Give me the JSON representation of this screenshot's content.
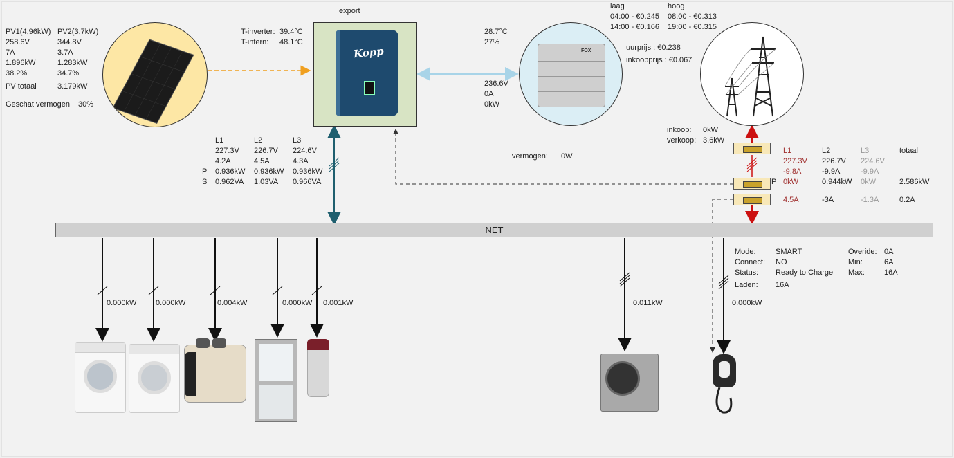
{
  "pv": {
    "col1_header": "PV1(4,96kW)",
    "col2_header": "PV2(3,7kW)",
    "rows": [
      {
        "a": "258.6V",
        "b": "344.8V"
      },
      {
        "a": "7A",
        "b": "3.7A"
      },
      {
        "a": "1.896kW",
        "b": "1.283kW"
      },
      {
        "a": "38.2%",
        "b": "34.7%"
      }
    ],
    "total_label": "PV totaal",
    "total_value": "3.179kW",
    "estimate_label": "Geschat vermogen",
    "estimate_value": "30%"
  },
  "inverter": {
    "label": "export",
    "brand": "Kopp",
    "t_inverter_label": "T-inverter:",
    "t_inverter_value": "39.4°C",
    "t_intern_label": "T-intern:",
    "t_intern_value": "48.1°C",
    "phases": {
      "headers": [
        "L1",
        "L2",
        "L3"
      ],
      "voltage": [
        "227.3V",
        "226.7V",
        "224.6V"
      ],
      "current": [
        "4.2A",
        "4.5A",
        "4.3A"
      ],
      "p_label": "P",
      "power": [
        "0.936kW",
        "0.936kW",
        "0.936kW"
      ],
      "s_label": "S",
      "apparent": [
        "0.962VA",
        "1.03VA",
        "0.966VA"
      ]
    }
  },
  "battery": {
    "brand": "FOX",
    "temp": "28.7°C",
    "soc": "27%",
    "voltage": "236.6V",
    "current": "0A",
    "power": "0kW",
    "vermogen_label": "vermogen:",
    "vermogen_value": "0W"
  },
  "tariff": {
    "low_label": "laag",
    "high_label": "hoog",
    "low_rows": [
      "04:00 - €0.245",
      "14:00 - €0.166"
    ],
    "high_rows": [
      "08:00 - €0.313",
      "19:00 - €0.315"
    ],
    "uurprijs": "uurprijs : €0.238",
    "inkoopprijs": "inkoopprijs : €0.067"
  },
  "grid": {
    "inkoop_label": "inkoop:",
    "inkoop_value": "0kW",
    "verkoop_label": "verkoop:",
    "verkoop_value": "3.6kW",
    "headers": [
      "L1",
      "L2",
      "L3",
      "totaal"
    ],
    "voltage": [
      "227.3V",
      "226.7V",
      "224.6V"
    ],
    "current": [
      "-9.8A",
      "-9.9A",
      "-9.9A"
    ],
    "p_label": "P",
    "power": [
      "0kW",
      "0.944kW",
      "0kW",
      "2.586kW"
    ],
    "charger_current": [
      "4.5A",
      "-3A",
      "-1.3A",
      "0.2A"
    ]
  },
  "net_label": "NET",
  "charger": {
    "mode_label": "Mode:",
    "mode_value": "SMART",
    "connect_label": "Connect:",
    "connect_value": "NO",
    "status_label": "Status:",
    "status_value": "Ready to Charge",
    "laden_label": "Laden:",
    "laden_value": "16A",
    "override_label": "Overide:",
    "override_value": "0A",
    "min_label": "Min:",
    "min_value": "6A",
    "max_label": "Max:",
    "max_value": "16A",
    "power": "0.000kW"
  },
  "consumers": [
    {
      "name": "washing-machine",
      "power": "0.000kW"
    },
    {
      "name": "dryer",
      "power": "0.000kW"
    },
    {
      "name": "ventilation-unit",
      "power": "0.004kW"
    },
    {
      "name": "fridge",
      "power": "0.000kW"
    },
    {
      "name": "boiler",
      "power": "0.001kW"
    },
    {
      "name": "heat-pump",
      "power": "0.011kW"
    }
  ],
  "colors": {
    "pv_flow": "#f0a020",
    "battery_flow": "#a8d4e8",
    "inverter_flow": "#1f5f6f",
    "grid_flow": "#cc1111",
    "inverter_bg": "#d8e4c4",
    "pv_bg": "#fde7a5",
    "battery_bg": "#dbeef5"
  }
}
